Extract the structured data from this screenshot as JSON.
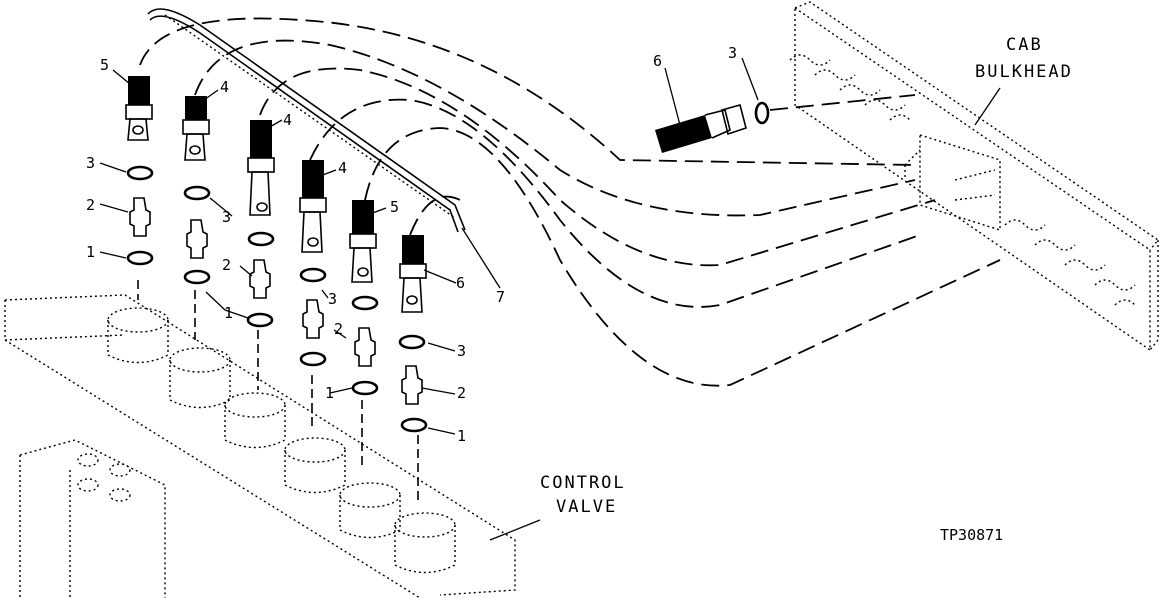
{
  "figure_id": "TP30871",
  "labels": {
    "cab_bulkhead_line1": "CAB",
    "cab_bulkhead_line2": "BULKHEAD",
    "control_valve_line1": "CONTROL",
    "control_valve_line2": "VALVE"
  },
  "callouts": {
    "c5a": "5",
    "c4a": "4",
    "c4b": "4",
    "c4c": "4",
    "c5b": "5",
    "c6a": "6",
    "c3a": "3",
    "c2a": "2",
    "c1a": "1",
    "c3b": "3",
    "c2b": "2",
    "c1b": "1",
    "c3c": "3",
    "c2c": "2",
    "c1c": "1",
    "c3d": "3",
    "c2d": "2",
    "c1d": "1",
    "c7": "7",
    "c6b": "6",
    "c3e": "3"
  }
}
